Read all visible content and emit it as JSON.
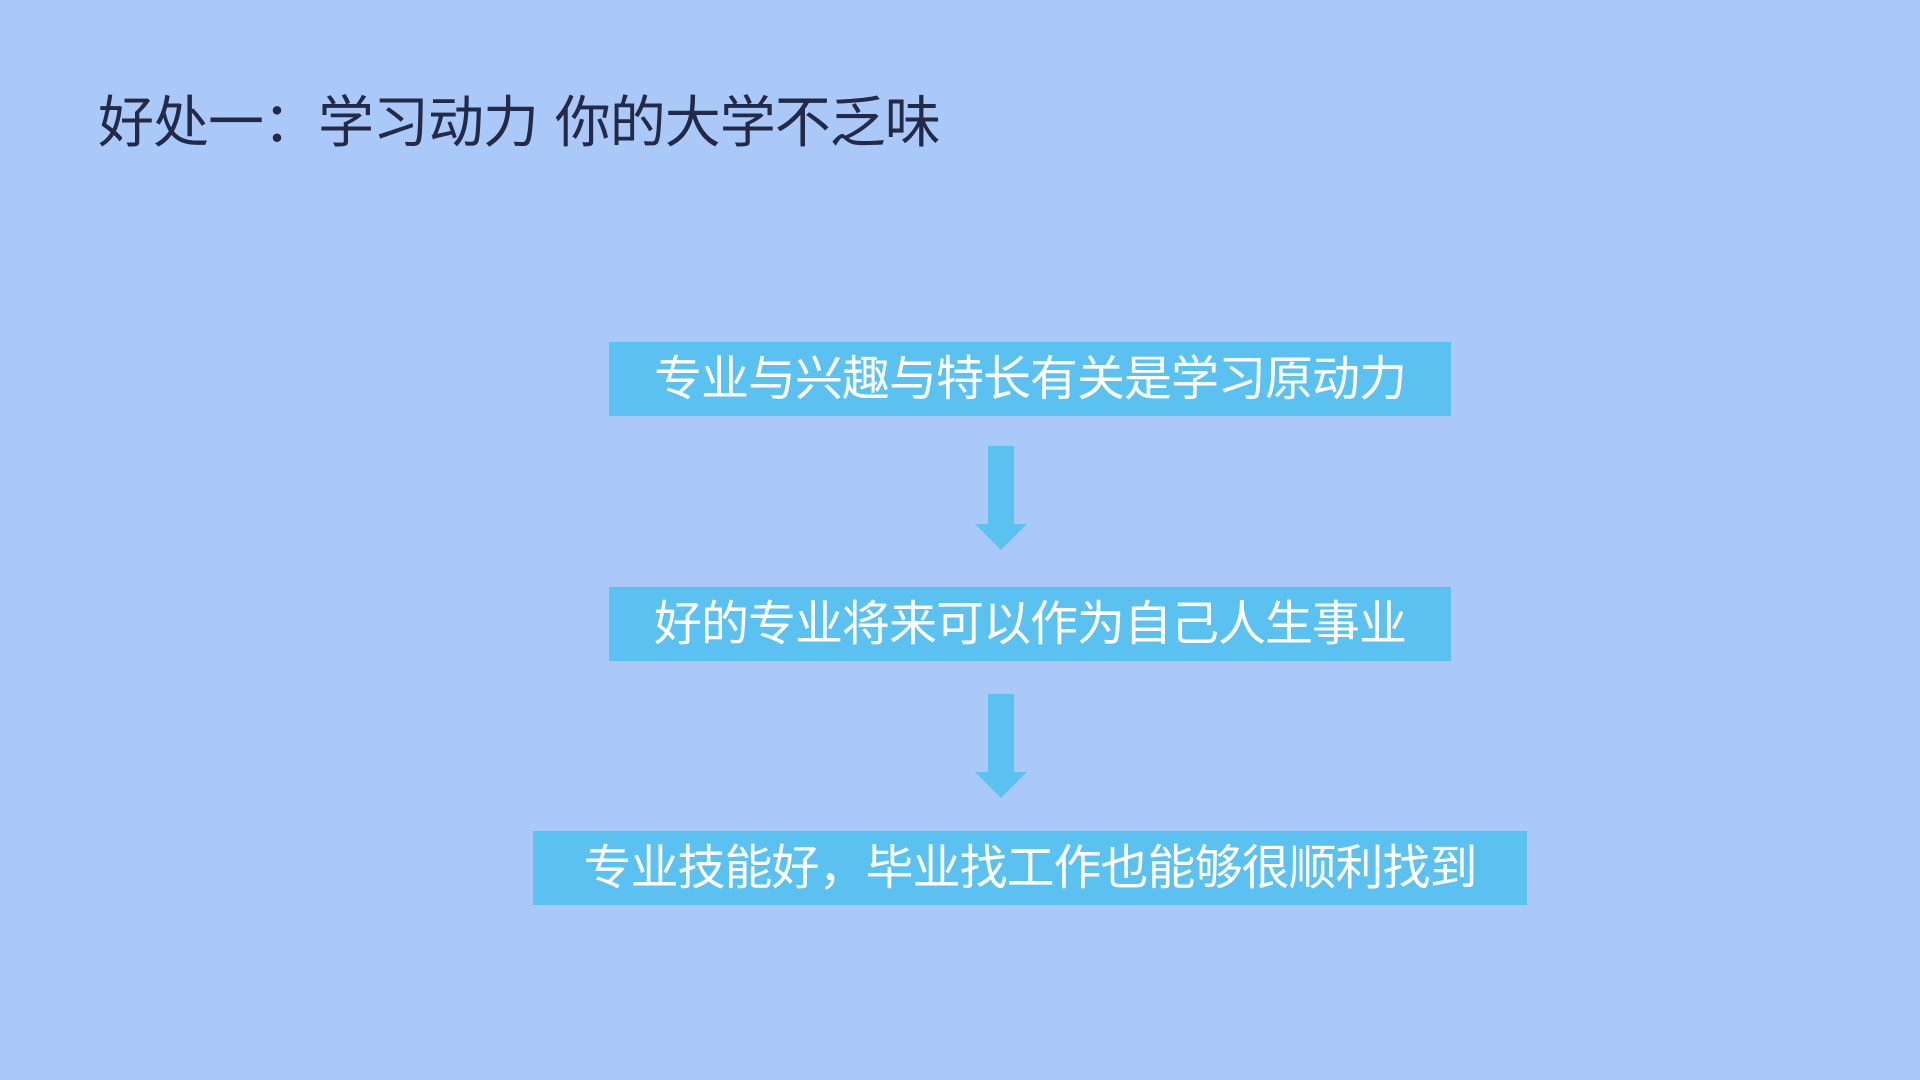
{
  "slide": {
    "title": "好处一：学习动力 你的大学不乏味",
    "steps": [
      "专业与兴趣与特长有关是学习原动力",
      "好的专业将来可以作为自己人生事业",
      "专业技能好，毕业找工作也能够很顺利找到"
    ],
    "colors": {
      "background": "#abc9f8",
      "box": "#5bc1f1",
      "title": "#222a48"
    }
  }
}
